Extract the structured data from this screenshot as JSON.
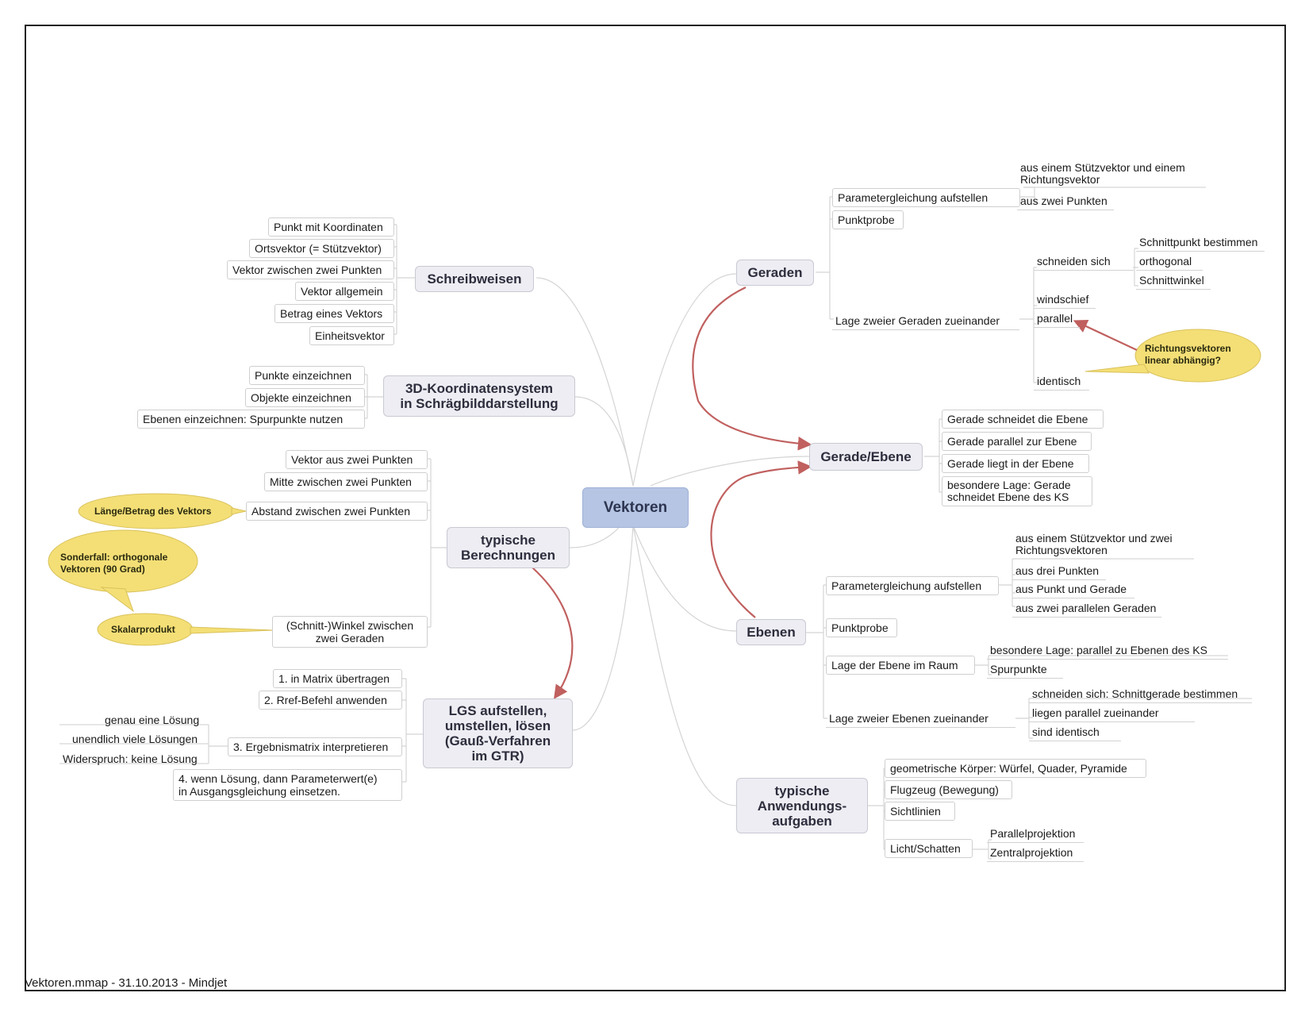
{
  "footer": "Vektoren.mmap - 31.10.2013 - Mindjet",
  "colors": {
    "center_fill": "#b5c5e3",
    "topic_fill": "#ededf3",
    "callout_fill": "#f4df76",
    "relation_arrow": "#c0605f",
    "connector": "#d4d4d4"
  },
  "center": "Vektoren",
  "schreibweisen": {
    "title": "Schreibweisen",
    "items": [
      "Punkt mit Koordinaten",
      "Ortsvektor (= Stützvektor)",
      "Vektor zwischen zwei Punkten",
      "Vektor allgemein",
      "Betrag eines Vektors",
      "Einheitsvektor"
    ]
  },
  "koord": {
    "title_1": "3D-Koordinatensystem",
    "title_2": "in Schrägbilddarstellung",
    "items": [
      "Punkte einzeichnen",
      "Objekte einzeichnen",
      "Ebenen einzeichnen: Spurpunkte nutzen"
    ]
  },
  "berechnungen": {
    "title_1": "typische",
    "title_2": "Berechnungen",
    "items": [
      "Vektor aus zwei Punkten",
      "Mitte zwischen zwei Punkten",
      "Abstand zwischen zwei Punkten"
    ],
    "winkel_1": "(Schnitt-)Winkel zwischen",
    "winkel_2": "zwei Geraden",
    "callout_laenge": "Länge/Betrag des Vektors",
    "callout_sonder_1": "Sonderfall: orthogonale",
    "callout_sonder_2": "Vektoren (90 Grad)",
    "callout_skalar": "Skalarprodukt"
  },
  "lgs": {
    "title_1": "LGS aufstellen,",
    "title_2": "umstellen, lösen",
    "title_3": "(Gauß-Verfahren",
    "title_4": "im GTR)",
    "steps": [
      "1. in Matrix übertragen",
      "2. Rref-Befehl anwenden",
      "3. Ergebnismatrix interpretieren"
    ],
    "step4_1": "4. wenn Lösung, dann Parameterwert(e)",
    "step4_2": "in Ausgangsgleichung  einsetzen.",
    "outcomes": [
      "genau eine Lösung",
      "unendlich viele Lösungen",
      "Widerspruch: keine Lösung"
    ]
  },
  "geraden": {
    "title": "Geraden",
    "param": "Parametergleichung aufstellen",
    "param_sub_1a": "aus einem Stützvektor und einem",
    "param_sub_1b": "Richtungsvektor",
    "param_sub_2": "aus zwei Punkten",
    "punktprobe": "Punktprobe",
    "lage": "Lage zweier Geraden zueinander",
    "lage_items": [
      "schneiden sich",
      "windschief",
      "parallel",
      "identisch"
    ],
    "schneiden_items": [
      "Schnittpunkt bestimmen",
      "orthogonal",
      "Schnittwinkel"
    ],
    "callout_1": "Richtungsvektoren",
    "callout_2": "linear abhängig?"
  },
  "gerade_ebene": {
    "title": "Gerade/Ebene",
    "items": [
      "Gerade schneidet die Ebene",
      "Gerade parallel zur Ebene",
      "Gerade liegt in der Ebene"
    ],
    "special_1": "besondere Lage: Gerade",
    "special_2": "schneidet Ebene des KS"
  },
  "ebenen": {
    "title": "Ebenen",
    "param": "Parametergleichung aufstellen",
    "param_sub_1a": "aus einem Stützvektor und zwei",
    "param_sub_1b": "Richtungsvektoren",
    "param_subs": [
      "aus drei Punkten",
      "aus Punkt und Gerade",
      "aus zwei parallelen Geraden"
    ],
    "punktprobe": "Punktprobe",
    "raum": "Lage der Ebene im Raum",
    "raum_items": [
      "besondere Lage: parallel zu Ebenen des KS",
      "Spurpunkte"
    ],
    "zwei": "Lage zweier Ebenen zueinander",
    "zwei_items": [
      "schneiden sich: Schnittgerade bestimmen",
      "liegen parallel zueinander",
      "sind identisch"
    ]
  },
  "anwendung": {
    "title_1": "typische",
    "title_2": "Anwendungs-",
    "title_3": "aufgaben",
    "items": [
      "geometrische Körper: Würfel, Quader, Pyramide",
      "Flugzeug (Bewegung)",
      "Sichtlinien",
      "Licht/Schatten"
    ],
    "licht_items": [
      "Parallelprojektion",
      "Zentralprojektion"
    ]
  }
}
